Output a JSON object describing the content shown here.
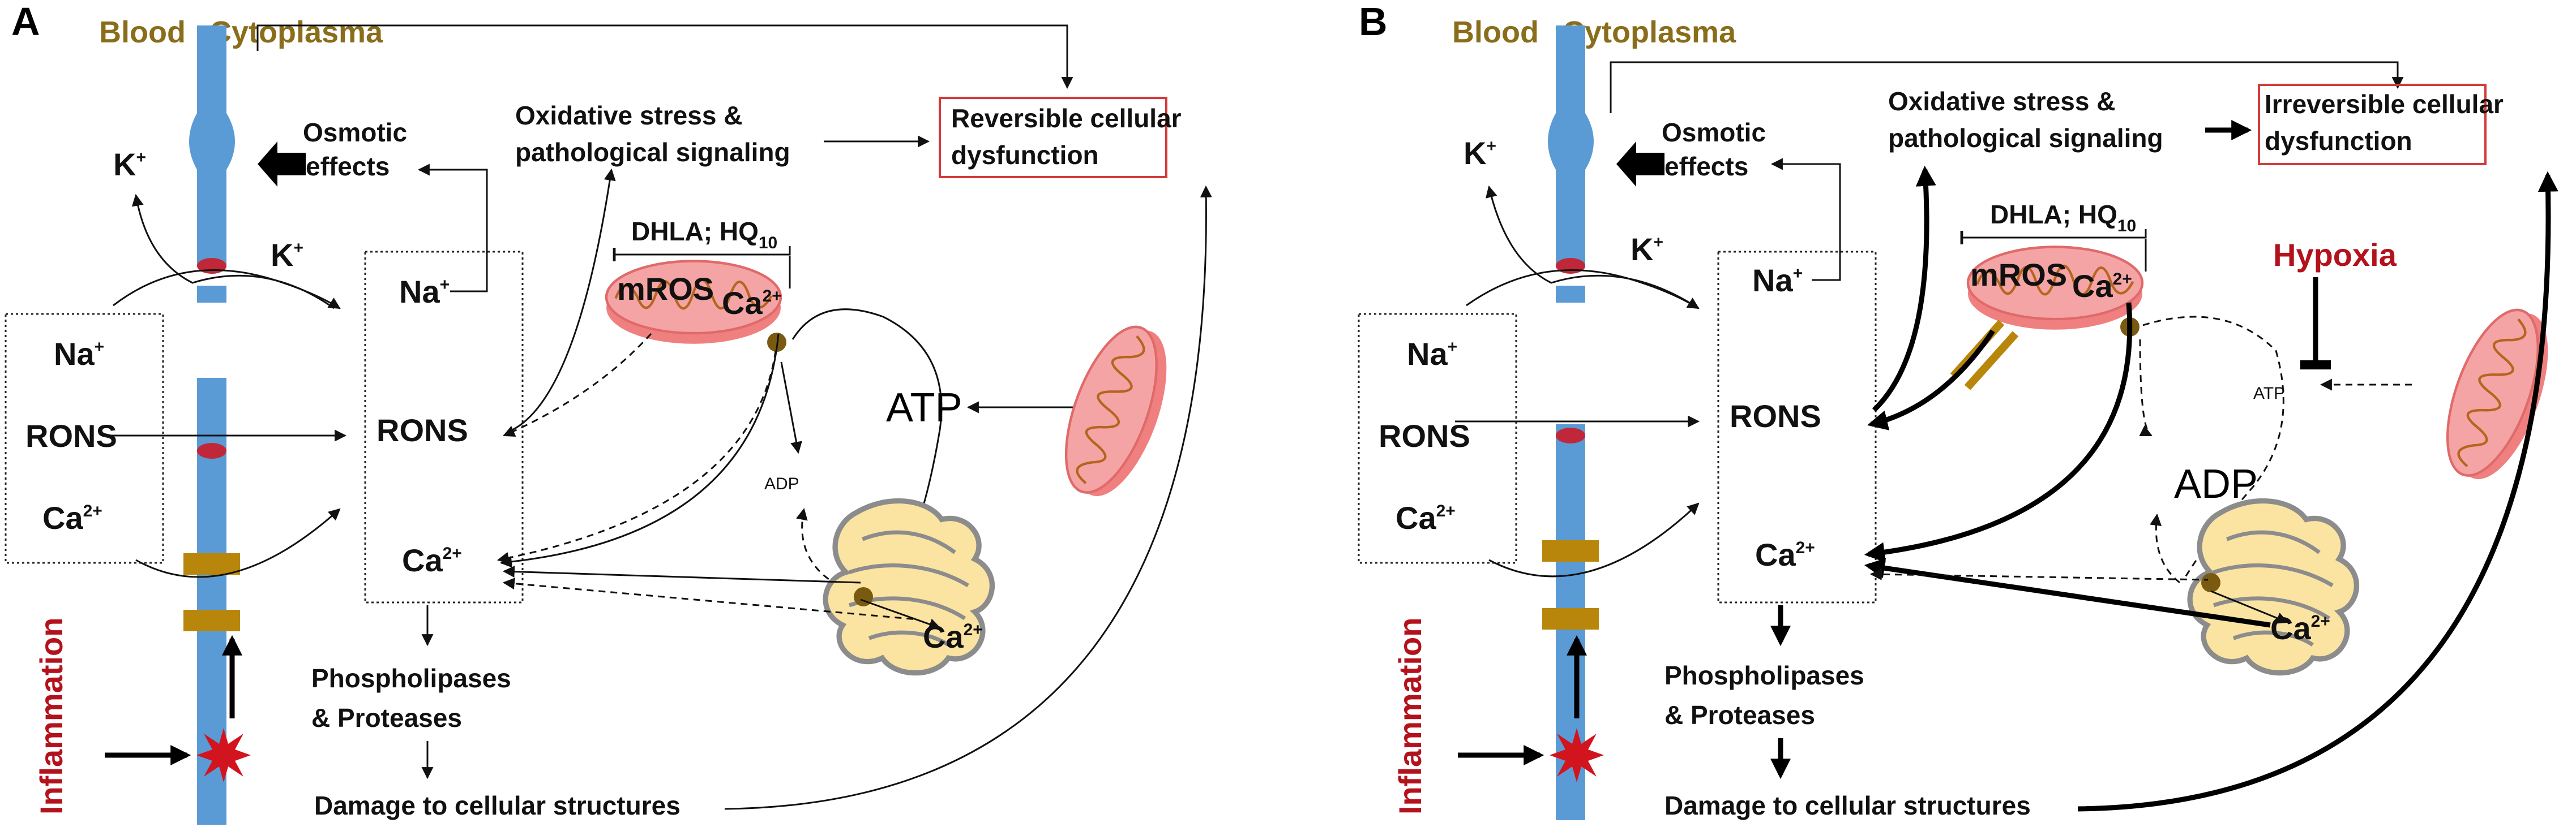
{
  "panels": [
    {
      "letter": "A",
      "blood": "Blood",
      "cytoplasma": "Cytoplasma",
      "k_out": "K",
      "k_in": "K",
      "k_sup": "+",
      "osmotic_1": "Osmotic",
      "osmotic_2": "effects",
      "oxidative_1": "Oxidative stress &",
      "oxidative_2": "pathological signaling",
      "dysfunction_1": "Reversible cellular",
      "dysfunction_2": "dysfunction",
      "dhla": "DHLA; HQ",
      "dhla_sub": "10",
      "na": "Na",
      "na_sup": "+",
      "rons": "RONS",
      "mros": "mROS",
      "ca": "Ca",
      "ca_sup": "2+",
      "atp": "ATP",
      "adp": "ADP",
      "left_na": "Na",
      "left_rons": "RONS",
      "left_ca": "Ca",
      "phospho_1": "Phospholipases",
      "phospho_2": "& Proteases",
      "damage": "Damage to cellular structures",
      "inflammation": "Inflammation"
    },
    {
      "letter": "B",
      "blood": "Blood",
      "cytoplasma": "Cytoplasma",
      "k_out": "K",
      "k_in": "K",
      "k_sup": "+",
      "osmotic_1": "Osmotic",
      "osmotic_2": "effects",
      "oxidative_1": "Oxidative stress &",
      "oxidative_2": "pathological signaling",
      "dysfunction_1": "Irreversible cellular",
      "dysfunction_2": "dysfunction",
      "dhla": "DHLA; HQ",
      "dhla_sub": "10",
      "hypoxia": "Hypoxia",
      "na": "Na",
      "na_sup": "+",
      "rons": "RONS",
      "mros": "mROS",
      "ca": "Ca",
      "ca_sup": "2+",
      "atp": "ATP",
      "adp": "ADP",
      "left_na": "Na",
      "left_rons": "RONS",
      "left_ca": "Ca",
      "phospho_1": "Phospholipases",
      "phospho_2": "& Proteases",
      "damage": "Damage to cellular structures",
      "inflammation": "Inflammation"
    }
  ],
  "colors": {
    "vessel": "#5b9bd5",
    "gold": "#8a6d1a",
    "channel": "#b8860b",
    "mito_fill": "#f4a4a4",
    "mito_edge": "#e87070",
    "er_fill": "#fbe3a2",
    "er_edge": "#8c8c8c",
    "red_text": "#b3121c",
    "burst": "#d2141e",
    "dysfunction_box": "#d43a3a"
  },
  "icons": [
    "cell-membrane-vessel",
    "mitochondrion-icon",
    "endoplasmic-reticulum-icon",
    "inflammation-burst-icon",
    "ion-channel-icon"
  ]
}
